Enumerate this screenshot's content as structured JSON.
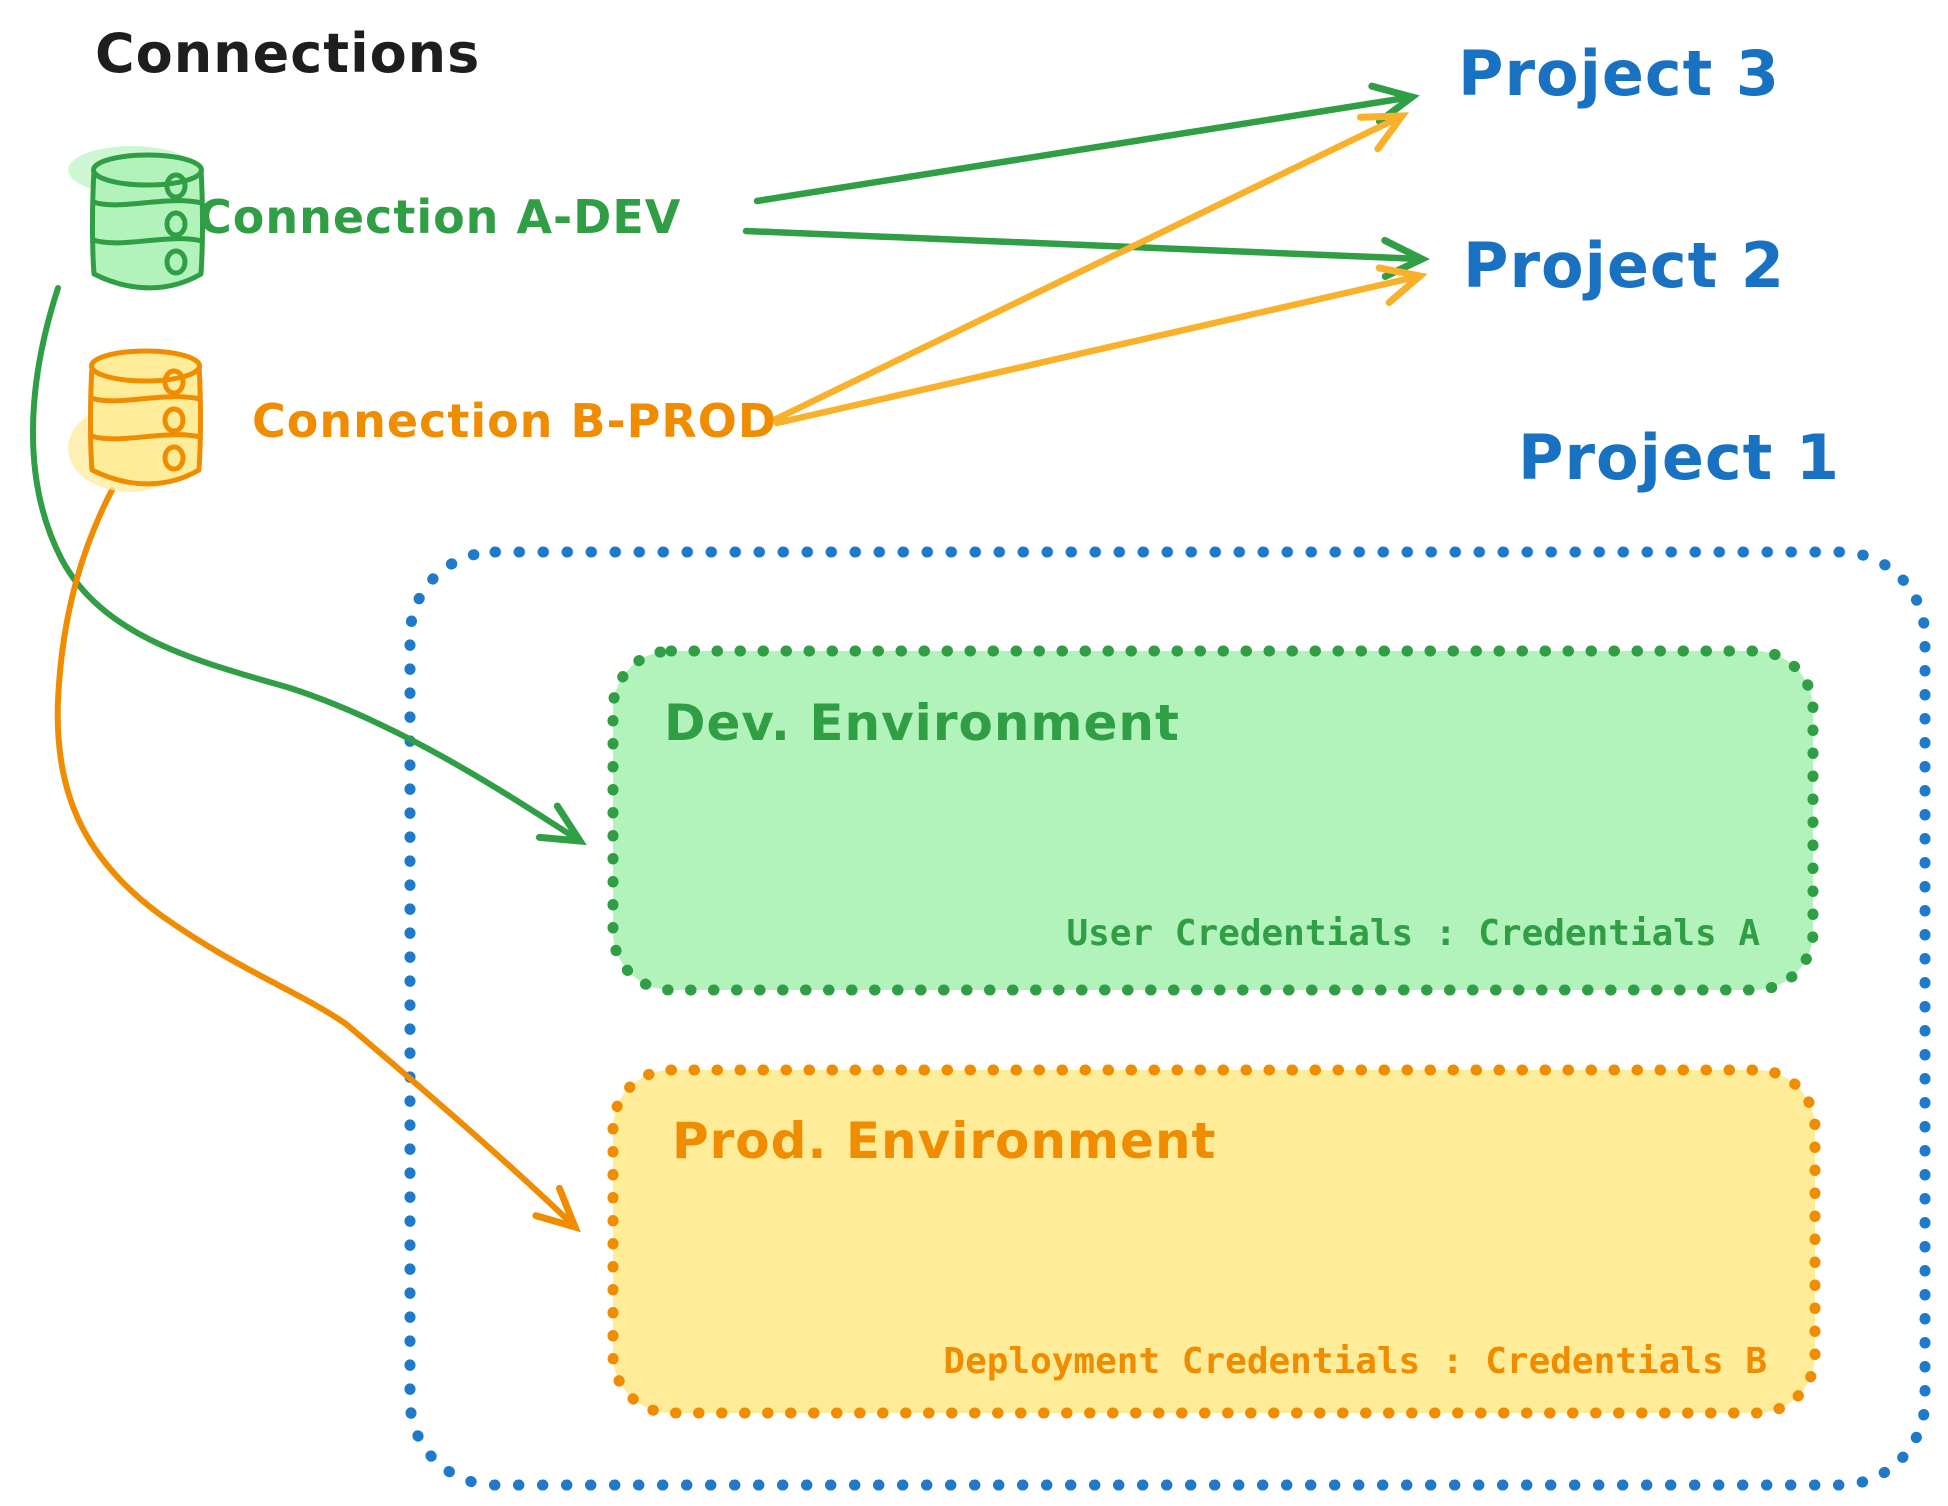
{
  "diagram": {
    "title": "Connections",
    "connections": [
      {
        "label": "Connection A-DEV",
        "color": "#2f9e44",
        "icon": "database-icon"
      },
      {
        "label": "Connection B-PROD",
        "color": "#f08c00",
        "icon": "database-icon"
      }
    ],
    "projects": [
      {
        "label": "Project 3"
      },
      {
        "label": "Project 2"
      },
      {
        "label": "Project 1"
      }
    ],
    "environments": [
      {
        "label": "Dev. Environment",
        "credentials": "User Credentials : Credentials A",
        "stroke": "#2f9e44",
        "fill": "#b2f2bb"
      },
      {
        "label": "Prod. Environment",
        "credentials": "Deployment Credentials : Credentials B",
        "stroke": "#f08c00",
        "fill": "#ffec99"
      }
    ],
    "links": [
      {
        "from": "Connection A-DEV",
        "to": "Project 3",
        "color": "#2f9e44"
      },
      {
        "from": "Connection A-DEV",
        "to": "Project 2",
        "color": "#2f9e44"
      },
      {
        "from": "Connection B-PROD",
        "to": "Project 3",
        "color": "#f9b12c"
      },
      {
        "from": "Connection B-PROD",
        "to": "Project 2",
        "color": "#f9b12c"
      },
      {
        "from": "Connection A-DEV",
        "to": "Dev. Environment",
        "color": "#2f9e44"
      },
      {
        "from": "Connection B-PROD",
        "to": "Prod. Environment",
        "color": "#f08c00"
      }
    ],
    "colors": {
      "title": "#1e1e1e",
      "project_blue": "#1971c2",
      "green": "#2f9e44",
      "green_fill": "#b2f2bb",
      "orange": "#f08c00",
      "orange_fill": "#ffec99",
      "orange_arrow_light": "#f9b12c",
      "background": "#ffffff"
    }
  }
}
